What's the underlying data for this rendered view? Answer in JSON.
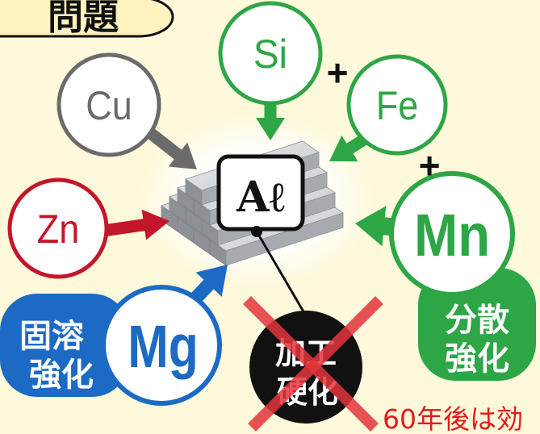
{
  "header": {
    "title": "問題"
  },
  "center": {
    "symbol": "Aℓ"
  },
  "elements": {
    "cu": "Cu",
    "si": "Si",
    "fe": "Fe",
    "mn": "Mn",
    "zn": "Zn",
    "mg": "Mg"
  },
  "operators": {
    "si_fe": "+",
    "fe_mn": "+"
  },
  "mechanisms": {
    "dispersion_strengthening": [
      "分散",
      "強化"
    ],
    "solid_solution_strengthening": [
      "固溶",
      "強化"
    ],
    "work_hardening": [
      "加工",
      "硬化"
    ]
  },
  "footnote": "60年後は効",
  "colors": {
    "background": "#FEF9DA",
    "header_fill": "#FFF2BF",
    "cu": "#6B6B6B",
    "green": "#2EA646",
    "zn": "#C4162A",
    "mg": "#1C6AC4",
    "work_hardening": "#111111",
    "cross_out": "#E4343C",
    "footnote": "#E01B1B"
  },
  "icons": {
    "center_image": "aluminum-ingots-icon",
    "work_hardening_mark": "cross-out-icon"
  }
}
